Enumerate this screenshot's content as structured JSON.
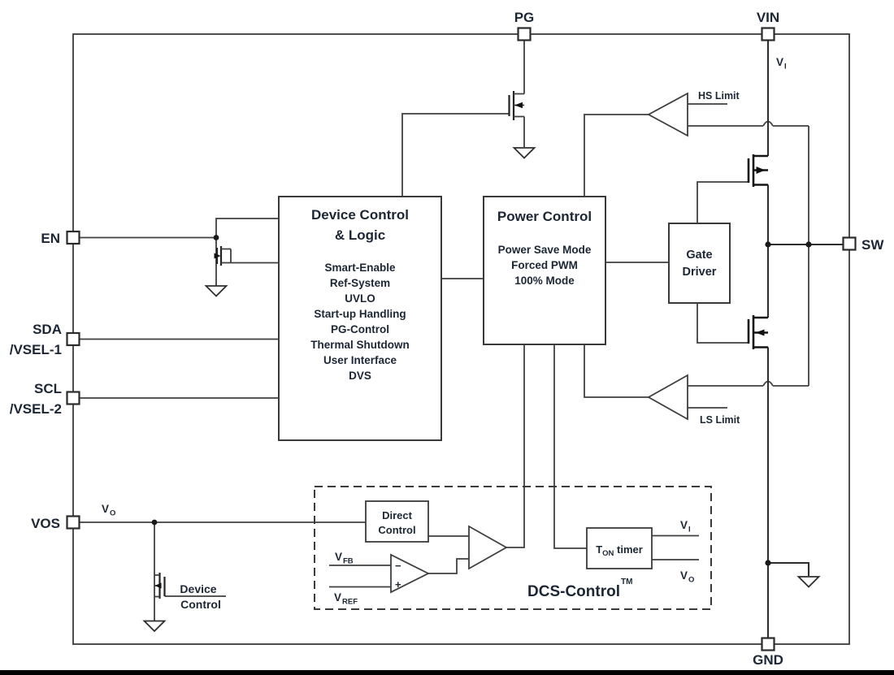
{
  "pins": {
    "pg": "PG",
    "vin": "VIN",
    "en": "EN",
    "sda1": "SDA",
    "sda2": "/VSEL-1",
    "scl1": "SCL",
    "scl2": "/VSEL-2",
    "vos": "VOS",
    "sw": "SW",
    "gnd": "GND"
  },
  "signals": {
    "rail_vi": {
      "base": "V",
      "sub": "I"
    },
    "rail_vo": {
      "base": "V",
      "sub": "O"
    },
    "vfb": {
      "base": "V",
      "sub": "FB"
    },
    "vref": {
      "base": "V",
      "sub": "REF"
    },
    "ton_vi": {
      "base": "V",
      "sub": "I"
    },
    "ton_vo": {
      "base": "V",
      "sub": "O"
    }
  },
  "blocks": {
    "device_control": {
      "title1": "Device Control",
      "title2": "& Logic",
      "items": [
        "Smart-Enable",
        "Ref-System",
        "UVLO",
        "Start-up Handling",
        "PG-Control",
        "Thermal Shutdown",
        "User Interface",
        "DVS"
      ]
    },
    "power_control": {
      "title": "Power Control",
      "items": [
        "Power Save Mode",
        "Forced PWM",
        "100% Mode"
      ]
    },
    "gate_driver": {
      "line1": "Gate",
      "line2": "Driver"
    },
    "direct_control": {
      "line1": "Direct",
      "line2": "Control"
    },
    "ton_timer": {
      "base": "T",
      "sub": "ON",
      "suffix": " timer"
    },
    "dcs_control": {
      "label": "DCS-Control",
      "superscript": "TM"
    }
  },
  "comparators": {
    "hs_label": "HS Limit",
    "ls_label": "LS Limit",
    "minus": "−",
    "plus": "+"
  },
  "fet_labels": {
    "line1": "Device",
    "line2": "Control"
  },
  "colors": {
    "wire": "#3f3f3f",
    "fet": "#141414",
    "text": "#1c2634",
    "background": "#ffffff",
    "footer_bar": "#000000"
  }
}
